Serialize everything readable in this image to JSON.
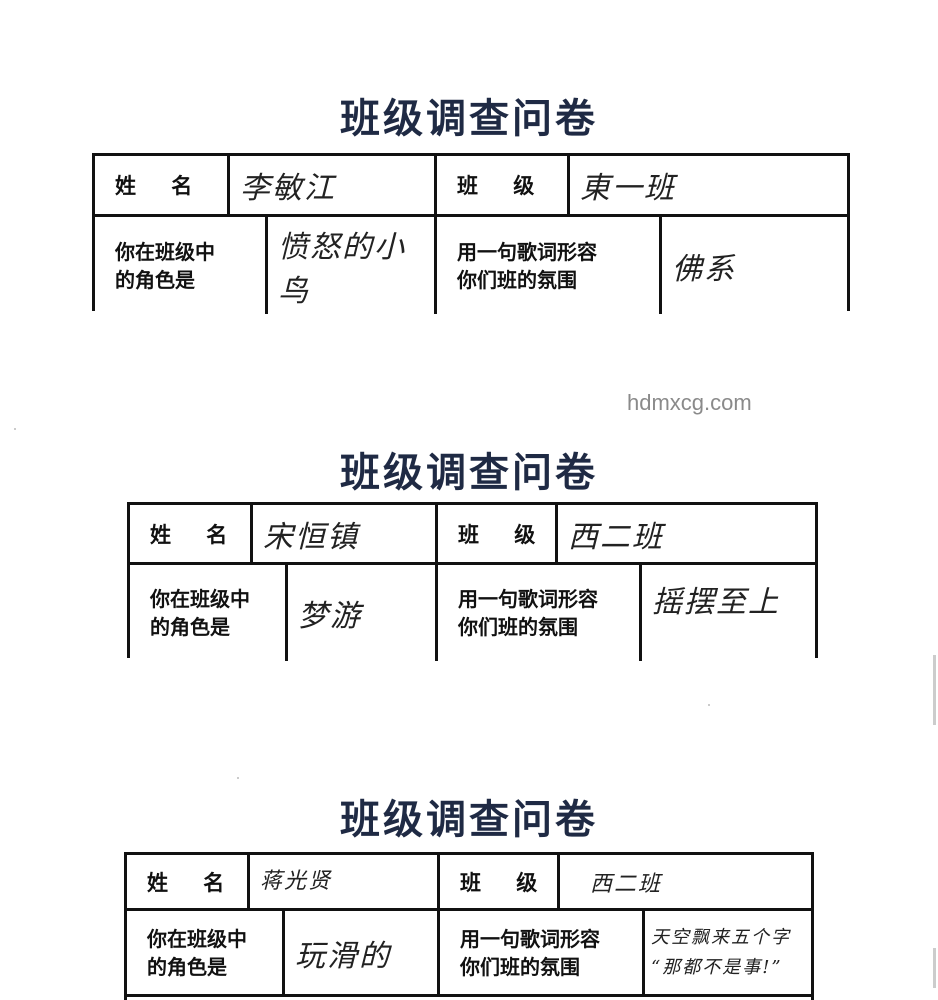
{
  "watermark": "hdmxcg.com",
  "forms": [
    {
      "title": "班级调查问卷",
      "name_label": "姓 名",
      "name_value": "李敏江",
      "class_label": "班 级",
      "class_value": "東一班",
      "role_label_1": "你在班级中",
      "role_label_2": "的角色是",
      "role_value": "愤怒的小鸟",
      "lyric_label_1": "用一句歌词形容",
      "lyric_label_2": "你们班的氛围",
      "lyric_value": "佛系"
    },
    {
      "title": "班级调查问卷",
      "name_label": "姓 名",
      "name_value": "宋恒镇",
      "class_label": "班 级",
      "class_value": "西二班",
      "role_label_1": "你在班级中",
      "role_label_2": "的角色是",
      "role_value": "梦游",
      "lyric_label_1": "用一句歌词形容",
      "lyric_label_2": "你们班的氛围",
      "lyric_value": "摇摆至上"
    },
    {
      "title": "班级调查问卷",
      "name_label": "姓 名",
      "name_value": "蒋光贤",
      "class_label": "班 级",
      "class_value": "西二班",
      "role_label_1": "你在班级中",
      "role_label_2": "的角色是",
      "role_value": "玩滑的",
      "lyric_label_1": "用一句歌词形容",
      "lyric_label_2": "你们班的氛围",
      "lyric_value_1": "天空飘来五个字",
      "lyric_value_2": "“那都不是事!”"
    }
  ]
}
